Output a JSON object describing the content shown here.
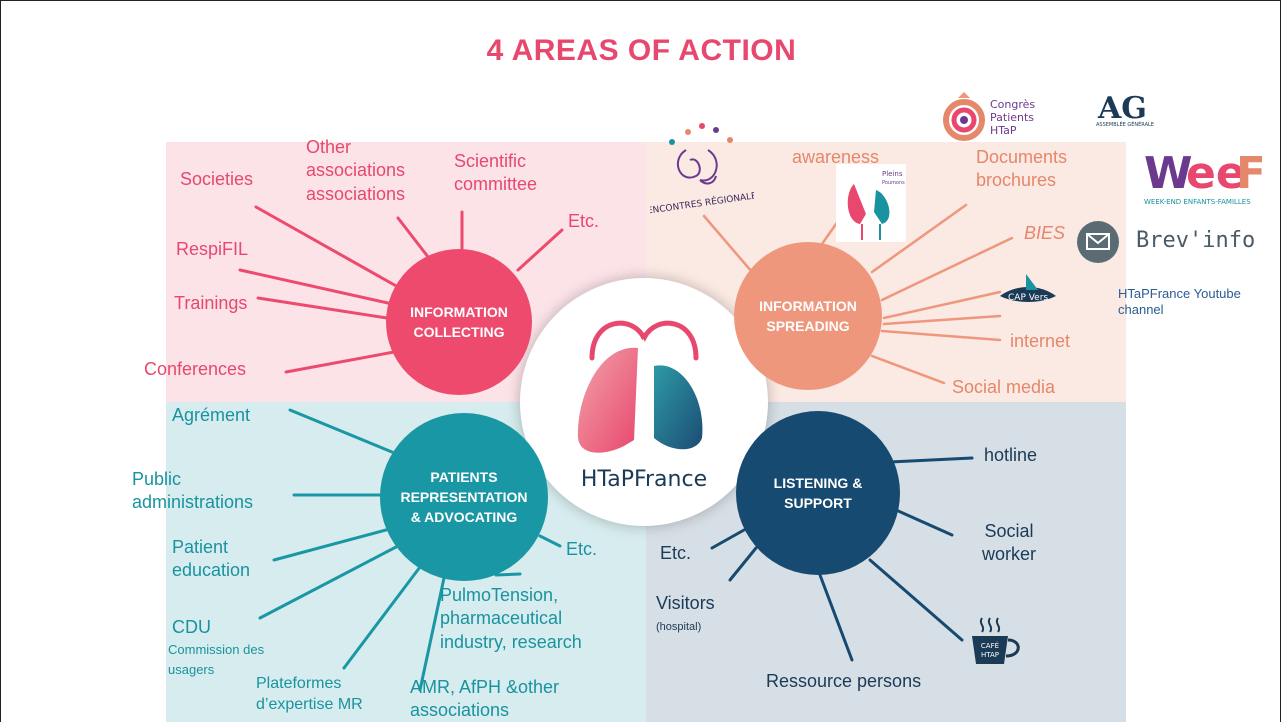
{
  "title": "4 AREAS OF ACTION",
  "hubs": {
    "collecting": "INFORMATION\nCOLLECTING",
    "spreading": "INFORMATION\nSPREADING",
    "advocating": "PATIENTS\nREPRESENTATION\n& ADVOCATING",
    "listening": "LISTENING &\nSUPPORT"
  },
  "center_logo": "HTaPFrance",
  "collecting_items": {
    "societies": "Societies",
    "other": "Other\nassociations\nassociations",
    "scientific": "Scientific\ncommittee",
    "etc": "Etc.",
    "respifil": "RespiFIL",
    "trainings": "Trainings",
    "conferences": "Conferences"
  },
  "spreading_items": {
    "awareness": "awareness",
    "documents": "Documents\nbrochures",
    "bies": "BIES",
    "internet": "internet",
    "social": "Social media",
    "youtube": "HTaPFrance Youtube\nchannel"
  },
  "logos": {
    "rencontres": "RENCONTRES RÉGIONALES",
    "pleins": "Pleins\nPoumons",
    "congres": "Congrès\nPatients\nHTaP",
    "ag": "AG",
    "ag_sub": "ASSEMBLÉE GÉNÉRALE",
    "weef": "WeeF",
    "weef_sub": "WEEK-END ENFANTS-FAMILLES",
    "brevinfo": "Brev'info",
    "capvers": "CAP Vers",
    "cafe": "CAFÉ\nHTAP"
  },
  "advocating_items": {
    "agrement": "Agrément",
    "public": "Public\nadministrations",
    "education": "Patient\neducation",
    "cdu": "CDU",
    "cdu_sub": "Commission des\nusagers",
    "plateformes": "Plateformes\nd’expertise MR",
    "amr": "AMR, AfPH &other\nassociations",
    "pulmo": "PulmoTension,\npharmaceutical\nindustry, research",
    "etc": "Etc."
  },
  "listening_items": {
    "hotline": "hotline",
    "social_worker": "Social\nworker",
    "etc": "Etc.",
    "visitors": "Visitors",
    "visitors_sub": "(hospital)",
    "ressource": "Ressource persons"
  },
  "colors": {
    "pink": "#e8476e",
    "salmon": "#ef977d",
    "teal": "#1a97a4",
    "navy": "#174a70"
  }
}
